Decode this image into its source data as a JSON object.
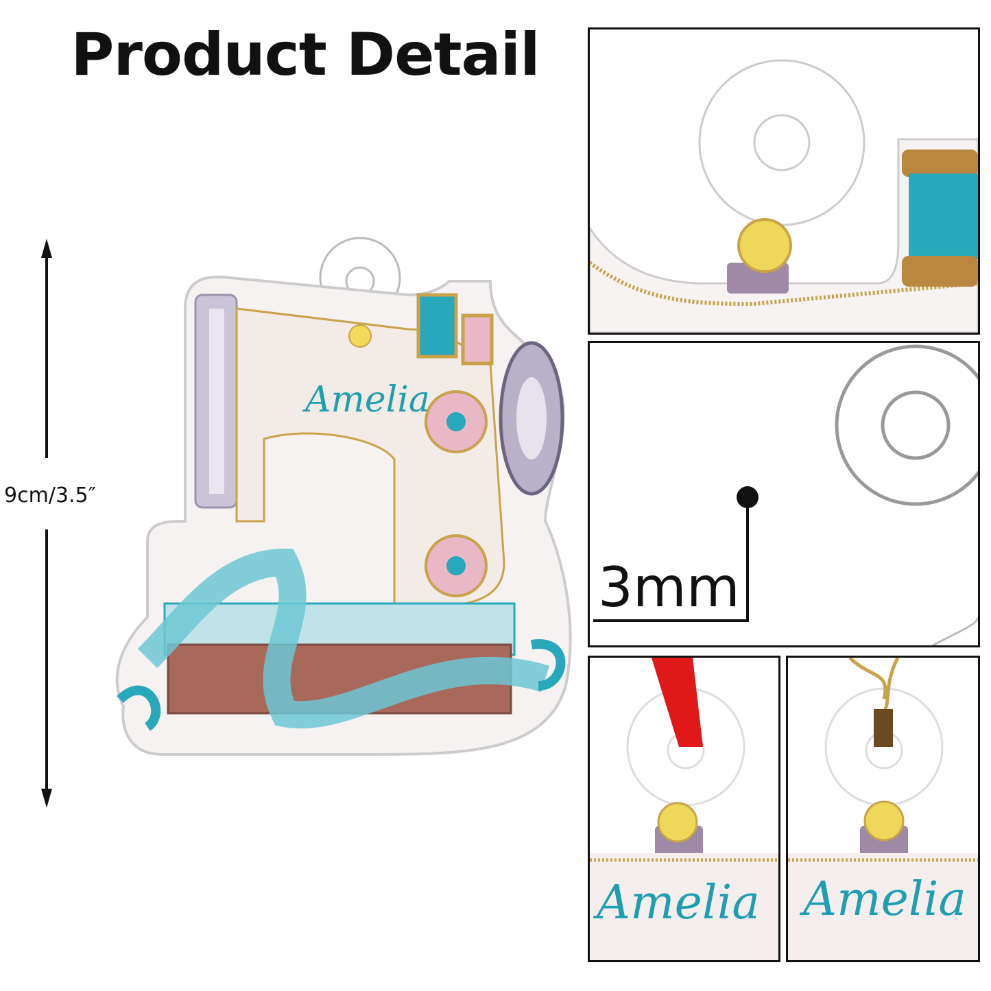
{
  "header": {
    "title": "Product Detail"
  },
  "dimension": {
    "label": "9cm/3.5″"
  },
  "product": {
    "personalized_name": "Amelia"
  },
  "details": {
    "thickness_label": "3mm",
    "hanging_options": [
      "red-ribbon",
      "gold-string"
    ]
  },
  "colors": {
    "teal": "#2aa8bb",
    "gold": "#c9a24a",
    "pink": "#e9b7c6",
    "wood": "#a8685a",
    "red": "#e01818"
  }
}
